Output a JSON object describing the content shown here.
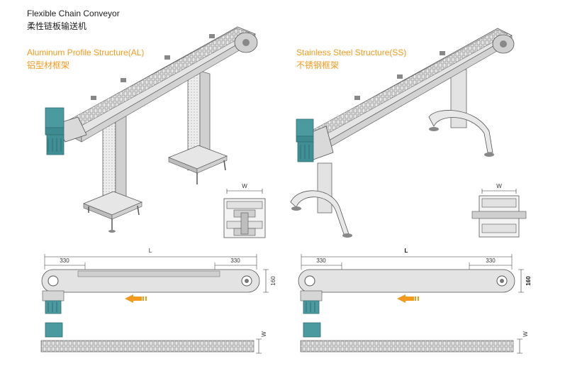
{
  "header": {
    "title_en": "Flexible Chain Conveyor",
    "title_zh": "柔性链板输送机"
  },
  "left": {
    "label_en": "Aluminum Profile Structure(AL)",
    "label_zh": "铝型材框架",
    "section_w": "W",
    "dim_L": "L",
    "dim_330_left": "330",
    "dim_330_right": "330",
    "dim_160": "160",
    "dim_w_side": "W"
  },
  "right": {
    "label_en": "Stainless Steel Structure(SS)",
    "label_zh": "不锈钢框架",
    "section_w": "W",
    "dim_L": "L",
    "dim_330_left": "330",
    "dim_330_right": "330",
    "dim_160": "160",
    "dim_w_side": "W"
  },
  "colors": {
    "accent_orange": "#f39a1e",
    "motor_teal": "#4a9aa0",
    "frame_gray": "#d9d9d9",
    "line": "#555555"
  }
}
